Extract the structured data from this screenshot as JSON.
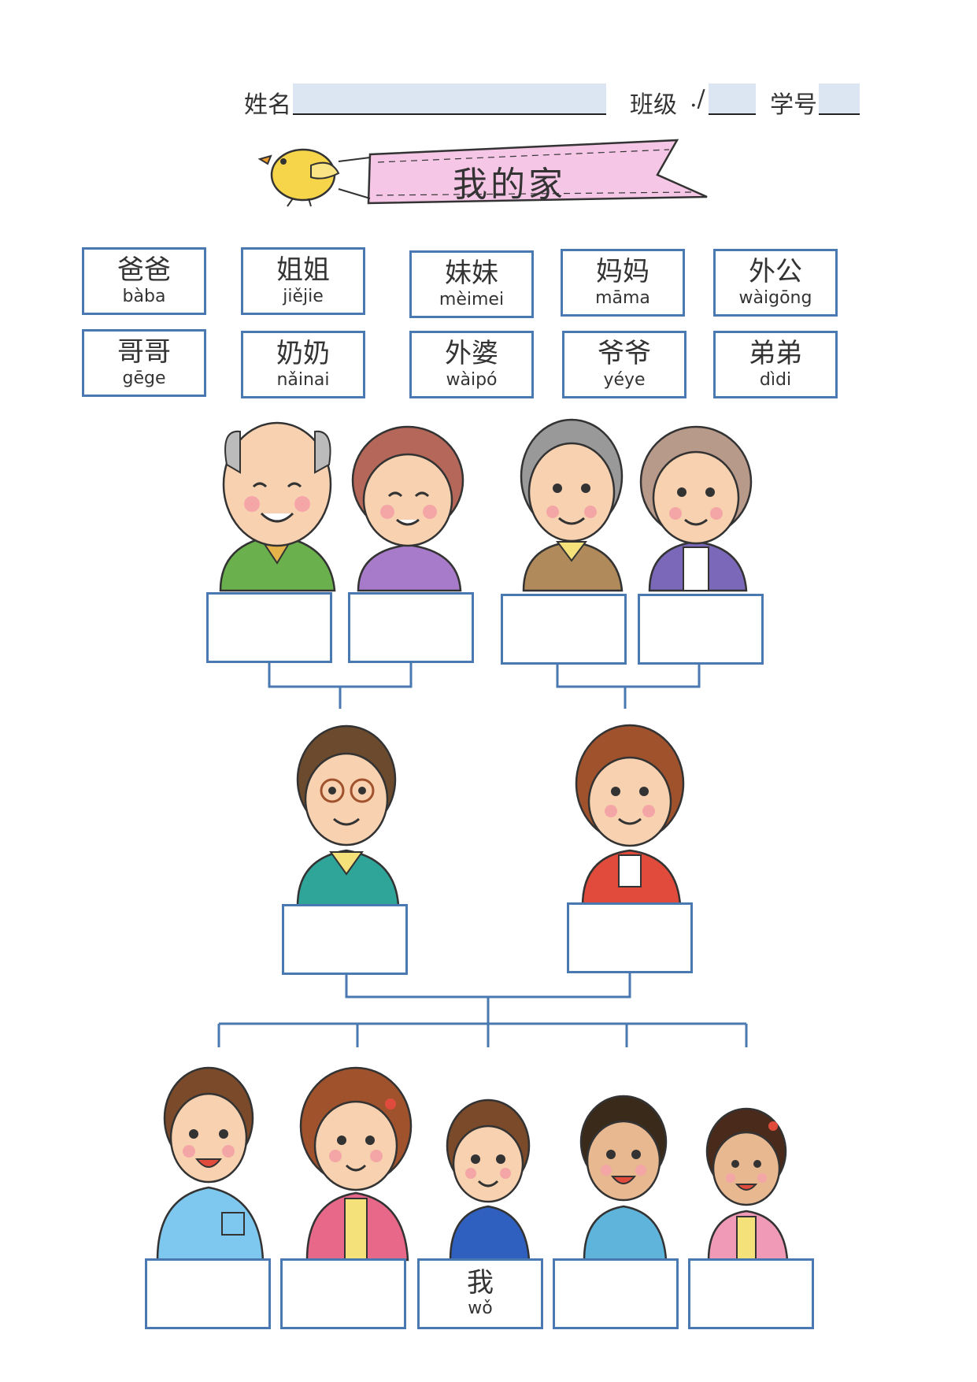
{
  "header": {
    "name_label": "姓名",
    "class_label": "班级",
    "class_separator": "./",
    "number_label": "学号"
  },
  "title": "我的家",
  "word_bank": [
    {
      "hanzi": "爸爸",
      "pinyin": "bàba"
    },
    {
      "hanzi": "姐姐",
      "pinyin": "jiějie"
    },
    {
      "hanzi": "妹妹",
      "pinyin": "mèimei"
    },
    {
      "hanzi": "妈妈",
      "pinyin": "māma"
    },
    {
      "hanzi": "外公",
      "pinyin": "wàigōng"
    },
    {
      "hanzi": "哥哥",
      "pinyin": "gēge"
    },
    {
      "hanzi": "奶奶",
      "pinyin": "nǎinai"
    },
    {
      "hanzi": "外婆",
      "pinyin": "wàipó"
    },
    {
      "hanzi": "爷爷",
      "pinyin": "yéye"
    },
    {
      "hanzi": "弟弟",
      "pinyin": "dìdi"
    }
  ],
  "me_box": {
    "hanzi": "我",
    "pinyin": "wǒ"
  },
  "colors": {
    "box_border": "#4a78b0",
    "banner_fill": "#f5c6e6",
    "bird": "#f7d54a"
  }
}
